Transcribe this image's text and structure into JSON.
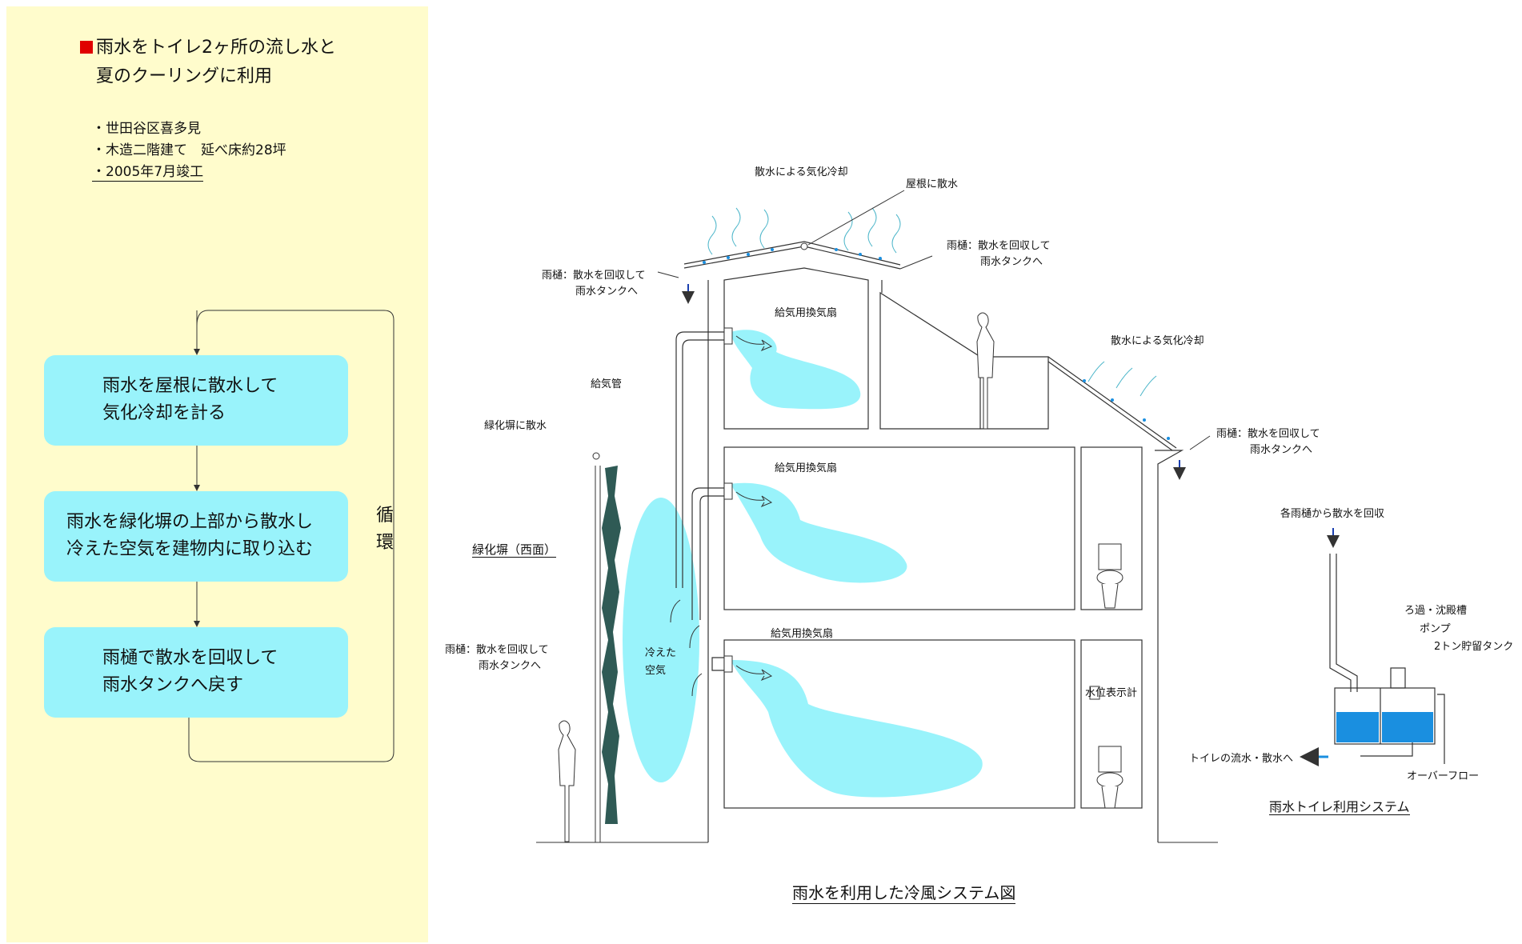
{
  "panel": {
    "title_line1": "雨水をトイレ2ヶ所の流し水と",
    "title_line2": "夏のクーリングに利用",
    "info": [
      "・世田谷区喜多見",
      "・木造二階建て　延べ床約28坪",
      "・2005年7月竣工"
    ]
  },
  "flow": {
    "step1_line1": "雨水を屋根に散水して",
    "step1_line2": "気化冷却を計る",
    "step2_line1": "雨水を緑化塀の上部から散水し",
    "step2_line2": "冷えた空気を建物内に取り込む",
    "step3_line1": "雨樋で散水を回収して",
    "step3_line2": "雨水タンクへ戻す",
    "cycle": "循環"
  },
  "diagram": {
    "roof_cooling": "散水による気化冷却",
    "roof_sprinkle": "屋根に散水",
    "gutter_line1": "雨樋：散水を回収して",
    "gutter_line2": "雨水タンクへ",
    "fan": "給気用換気扇",
    "supply_pipe": "給気管",
    "wall_sprinkle": "緑化塀に散水",
    "green_wall": "緑化塀（西面）",
    "cool_air_line1": "冷えた",
    "cool_air_line2": "空気",
    "water_meter": "水位表示計",
    "system_title": "雨水を利用した冷風システム図"
  },
  "toilet_system": {
    "collect": "各雨樋から散水を回収",
    "filter": "ろ過・沈殿槽",
    "pump": "ポンプ",
    "tank": "2トン貯留タンク",
    "to_toilet": "トイレの流水・散水へ",
    "overflow": "オーバーフロー",
    "title": "雨水トイレ利用システム"
  },
  "colors": {
    "panel": "#fffccc",
    "box": "#99f3fb",
    "air": "#99f3fb",
    "water": "#1a8fe0",
    "wall": "#2f5a55",
    "marker": "#e00000"
  }
}
